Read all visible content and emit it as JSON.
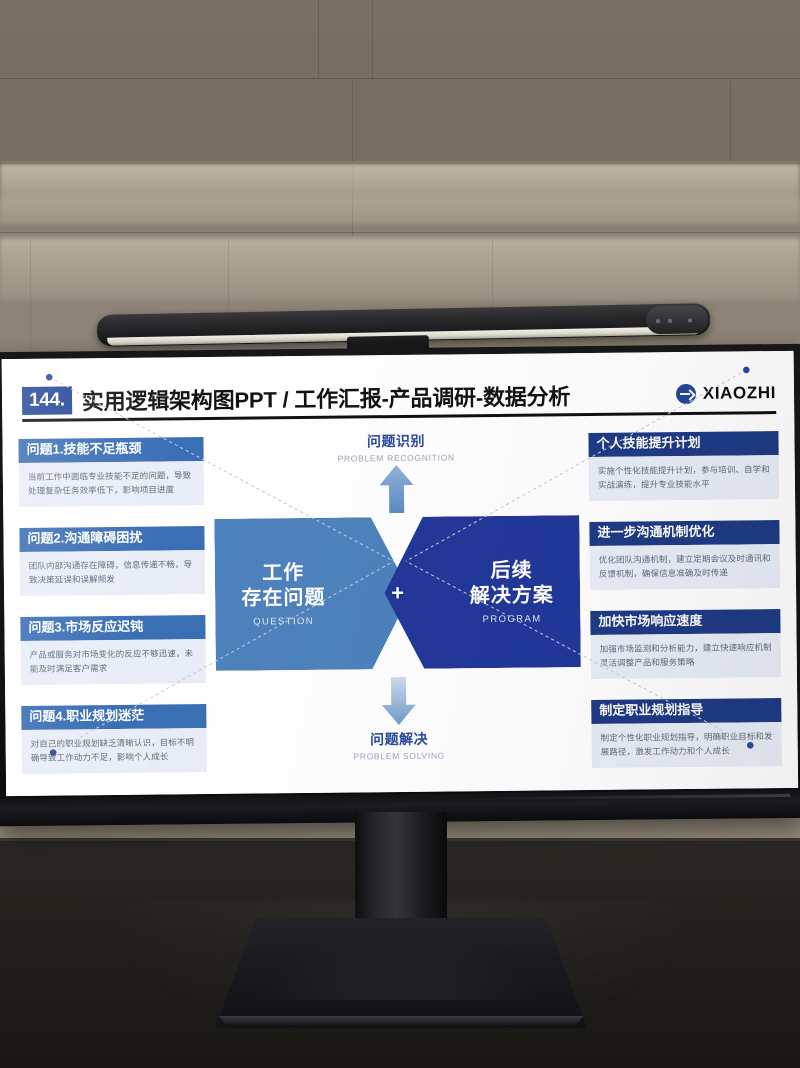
{
  "slide": {
    "header": {
      "number": "144.",
      "title": "实用逻辑架构图PPT / 工作汇报-产品调研-数据分析",
      "brand": "XIAOZHI",
      "brand_icon": "arrow-right-circle-icon"
    },
    "center": {
      "top_label_cn": "问题识别",
      "top_label_en": "PROBLEM RECOGNITION",
      "bottom_label_cn": "问题解决",
      "bottom_label_en": "PROBLEM SOLVING",
      "left_chevron_cn": "工作\n存在问题",
      "left_chevron_line1": "工作",
      "left_chevron_line2": "存在问题",
      "left_chevron_en": "QUESTION",
      "right_chevron_line1": "后续",
      "right_chevron_line2": "解决方案",
      "right_chevron_en": "PROGRAM",
      "plus": "+"
    },
    "left_cards": [
      {
        "title": "问题1.技能不足瓶颈",
        "body": "当前工作中面临专业技能不足的问题，导致处理复杂任务效率低下，影响项目进度"
      },
      {
        "title": "问题2.沟通障碍困扰",
        "body": "团队内部沟通存在障碍，信息传递不畅，导致决策延误和误解频发"
      },
      {
        "title": "问题3.市场反应迟钝",
        "body": "产品或服务对市场变化的反应不够迅速，未能及时满足客户需求"
      },
      {
        "title": "问题4.职业规划迷茫",
        "body": "对自己的职业规划缺乏清晰认识，目标不明确导致工作动力不足，影响个人成长"
      }
    ],
    "right_cards": [
      {
        "title": "个人技能提升计划",
        "body": "实施个性化技能提升计划，参与培训、自学和实战演练，提升专业技能水平"
      },
      {
        "title": "进一步沟通机制优化",
        "body": "优化团队沟通机制，建立定期会议及时通讯和反馈机制，确保信息准确及时传递"
      },
      {
        "title": "加快市场响应速度",
        "body": "加强市场监测和分析能力，建立快速响应机制灵活调整产品和服务策略"
      },
      {
        "title": "制定职业规划指导",
        "body": "制定个性化职业规划指导，明确职业目标和发展路径，激发工作动力和个人成长"
      }
    ],
    "colors": {
      "accent_dark": "#22389a",
      "accent_light": "#4e82bd",
      "header_navy": "#24479a",
      "card_bg": "#e9edf7",
      "card_head_light": "#3b6fb5",
      "card_head_dark": "#1f3b86"
    }
  },
  "device": {
    "light_bar": "monitor-light-bar",
    "monitor": "desktop-monitor",
    "stand": "monitor-stand"
  }
}
